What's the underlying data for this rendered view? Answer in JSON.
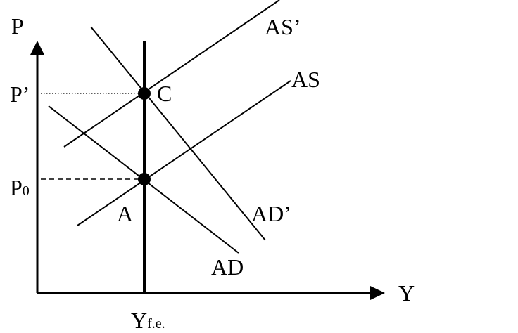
{
  "axes": {
    "y_label": "P",
    "x_label": "Y"
  },
  "price_labels": {
    "p_prime": "P’",
    "p0_main": "P",
    "p0_sub": "0"
  },
  "output_label": {
    "main": "Y",
    "sub": "f.e."
  },
  "curves": {
    "as": "AS",
    "as_prime": "AS’",
    "ad": "AD",
    "ad_prime": "AD’",
    "yfe_line": "vertical full-employment output line"
  },
  "points": {
    "a": "A",
    "c": "C"
  },
  "colors": {
    "ink": "#000000",
    "background": "#ffffff"
  }
}
